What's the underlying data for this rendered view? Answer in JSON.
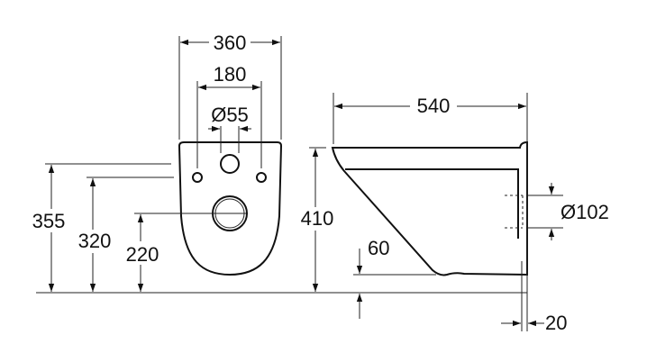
{
  "front_view": {
    "width_total": "360",
    "fixing_spacing": "180",
    "inlet_diameter": "Ø55",
    "height_inlet": "355",
    "height_fixings": "320",
    "height_outlet": "220"
  },
  "side_view": {
    "height_rim": "410",
    "depth": "540",
    "outlet_diameter": "Ø102",
    "bottom_clearance": "60",
    "wall_offset": "20"
  }
}
